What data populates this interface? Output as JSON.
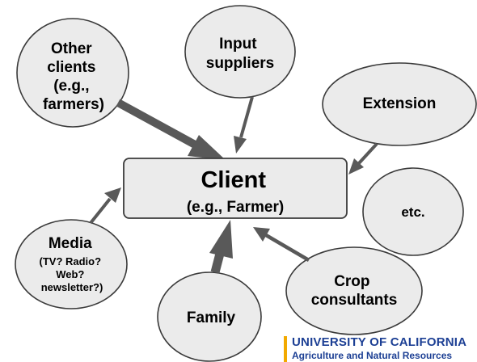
{
  "center": {
    "title": "Client",
    "subtitle": "(e.g., Farmer)"
  },
  "nodes": {
    "other_clients": [
      "Other",
      "clients",
      "(e.g.,",
      "farmers)"
    ],
    "input_suppliers": [
      "Input",
      "suppliers"
    ],
    "extension": [
      "Extension"
    ],
    "etc": [
      "etc."
    ],
    "media": [
      "Media"
    ],
    "media_sub": [
      "(TV? Radio?",
      "Web?",
      "newsletter?)"
    ],
    "family": [
      "Family"
    ],
    "crop_consultants": [
      "Crop",
      "consultants"
    ]
  },
  "logo": {
    "line1": "UNIVERSITY OF CALIFORNIA",
    "line2": "Agriculture and Natural Resources"
  },
  "colors": {
    "node_fill": "#ebebeb",
    "node_stroke": "#3a3a3a",
    "arrow": "#595959",
    "logo_blue": "#1c3f94",
    "logo_gold": "#f2a900"
  }
}
